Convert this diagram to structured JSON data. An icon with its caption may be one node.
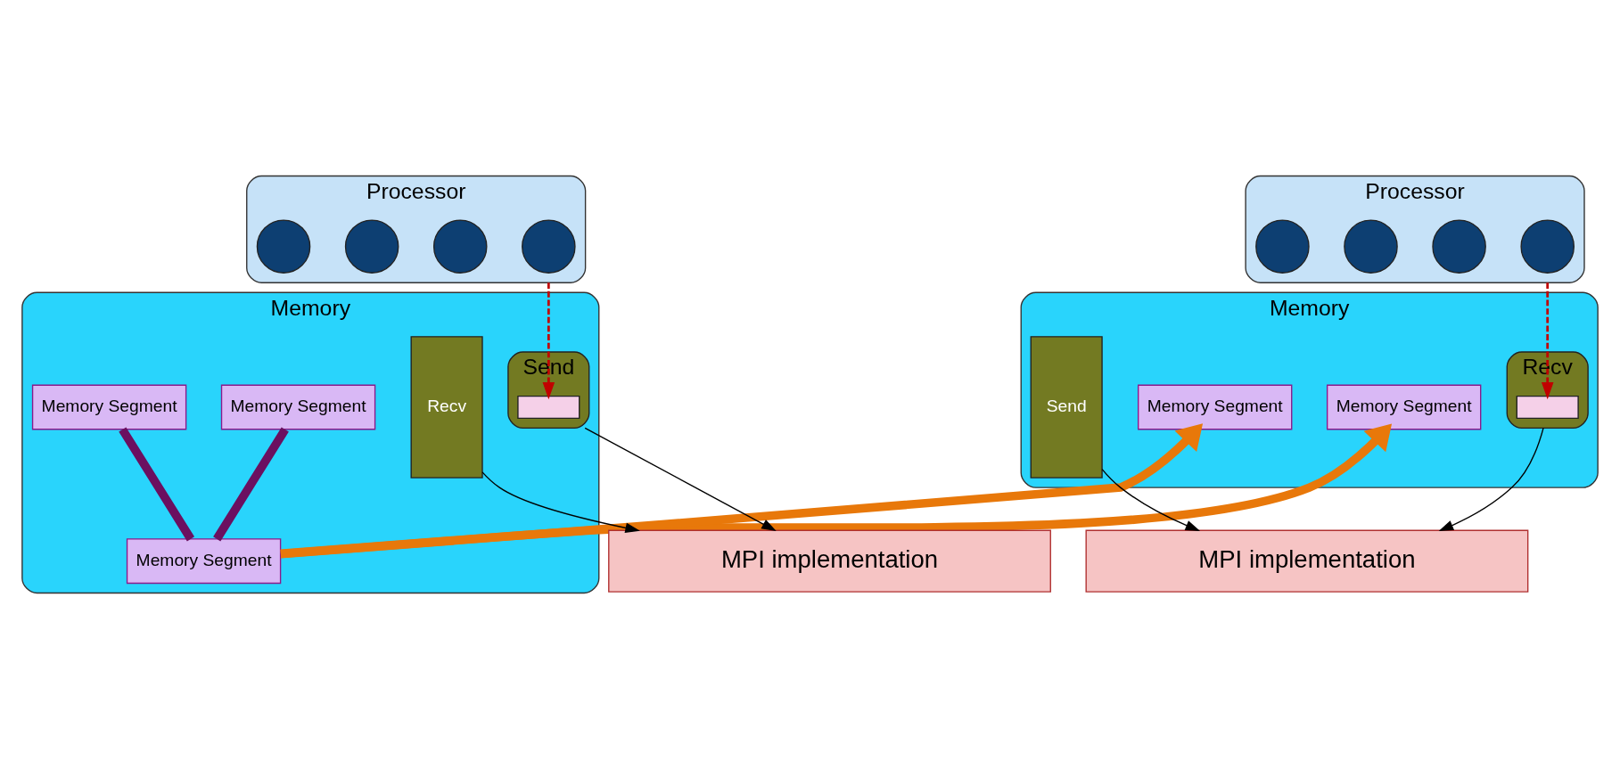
{
  "diagram": {
    "nodes": [
      {
        "text": [
          "Memory"
        ]
      },
      {
        "text": [
          "Memory Segment"
        ],
        "in": 0
      },
      {
        "text": [
          "Memory Segment"
        ],
        "in": 0
      },
      {
        "text": [
          "Memory Segment"
        ],
        "in": 0
      },
      {
        "text": [
          "Send"
        ],
        "in": 0
      },
      {
        "text": [],
        "shape": "box",
        "in": 4
      },
      {
        "text": [
          "Recv"
        ],
        "in": 0
      },
      {
        "text": [
          "Processor"
        ]
      },
      {
        "text": [],
        "shape": "circle",
        "in": 7
      },
      {
        "text": [],
        "shape": "circle",
        "in": 7
      },
      {
        "text": [],
        "shape": "circle",
        "in": 7
      },
      {
        "text": [],
        "shape": "circle",
        "in": 7
      },
      {
        "text": [
          "MPI implementation"
        ]
      },
      {
        "text": [
          "Processor"
        ]
      },
      {
        "text": [],
        "shape": "circle",
        "in": 13
      },
      {
        "text": [],
        "shape": "circle",
        "in": 13
      },
      {
        "text": [],
        "shape": "circle",
        "in": 13
      },
      {
        "text": [],
        "shape": "circle",
        "in": 13
      },
      {
        "text": [
          "Memory"
        ]
      },
      {
        "text": [
          "Memory Segment"
        ],
        "in": 18
      },
      {
        "text": [
          "Memory Segment"
        ],
        "in": 18
      },
      {
        "text": [
          "Send"
        ],
        "in": 18
      },
      {
        "text": [
          "Recv"
        ],
        "in": 18
      },
      {
        "text": [],
        "shape": "box",
        "in": 22
      },
      {
        "text": [
          "MPI implementation"
        ]
      }
    ],
    "edges": [
      {
        "from": 1,
        "to": 2,
        "arrow": "none",
        "style": "thick",
        "color": "#6b1060"
      },
      {
        "from": 3,
        "to": 2,
        "arrow": "none",
        "style": "thick",
        "color": "#6b1060"
      },
      {
        "from": 2,
        "to": 19,
        "arrow": "to",
        "style": "thick",
        "color": "#e8780a"
      },
      {
        "from": 2,
        "to": 20,
        "arrow": "to",
        "style": "thick",
        "color": "#e8780a"
      },
      {
        "from": 7,
        "to": 5,
        "arrow": "to",
        "style": "dashed",
        "color": "#c00000"
      },
      {
        "from": 13,
        "to": 23,
        "arrow": "to",
        "style": "dashed",
        "color": "#c00000"
      },
      {
        "from": 4,
        "to": 12,
        "arrow": "to"
      },
      {
        "from": 6,
        "to": 12,
        "arrow": "to"
      },
      {
        "from": 21,
        "to": 24,
        "arrow": "to"
      },
      {
        "from": 22,
        "to": 24,
        "arrow": "to"
      }
    ]
  }
}
